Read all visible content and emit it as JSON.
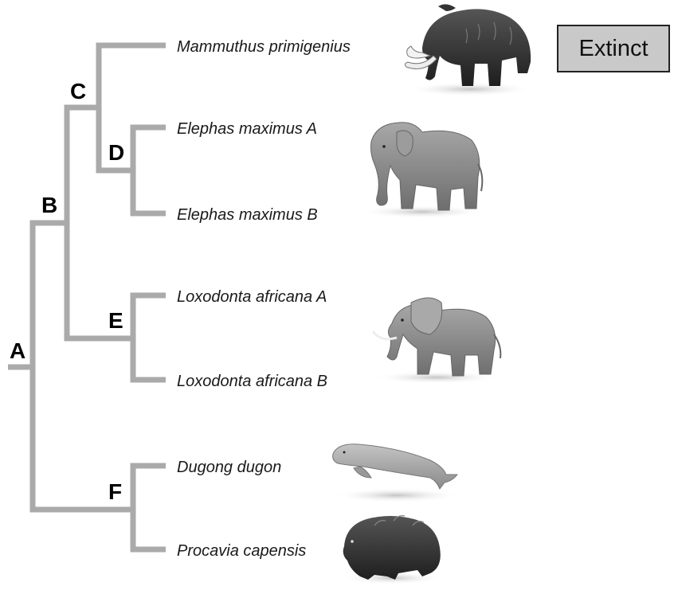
{
  "tree": {
    "nodes": [
      "A",
      "B",
      "C",
      "D",
      "E",
      "F"
    ],
    "taxa": [
      "Mammuthus primigenius",
      "Elephas maximus A",
      "Elephas maximus B",
      "Loxodonta africana A",
      "Loxodonta africana B",
      "Dugong dugon",
      "Procavia capensis"
    ],
    "extinct_label": "Extinct"
  },
  "illustrations": [
    "woolly-mammoth",
    "asian-elephant",
    "african-elephant",
    "dugong",
    "rock-hyrax"
  ],
  "colors": {
    "branch": "#aaaaaa",
    "badge_fill": "#c9c9c9",
    "badge_border": "#222222"
  }
}
